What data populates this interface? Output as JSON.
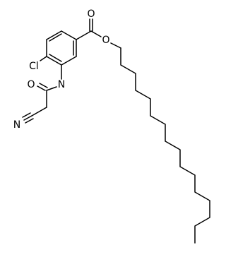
{
  "molecule": {
    "atoms": {
      "ester_carbonyl_o": "O",
      "ester_o": "O",
      "chloro": "Cl",
      "amide_o": "O",
      "amide_n": "N",
      "nitrile_n": "N"
    },
    "colors": {
      "ink": "#000000",
      "background": "#ffffff"
    }
  }
}
